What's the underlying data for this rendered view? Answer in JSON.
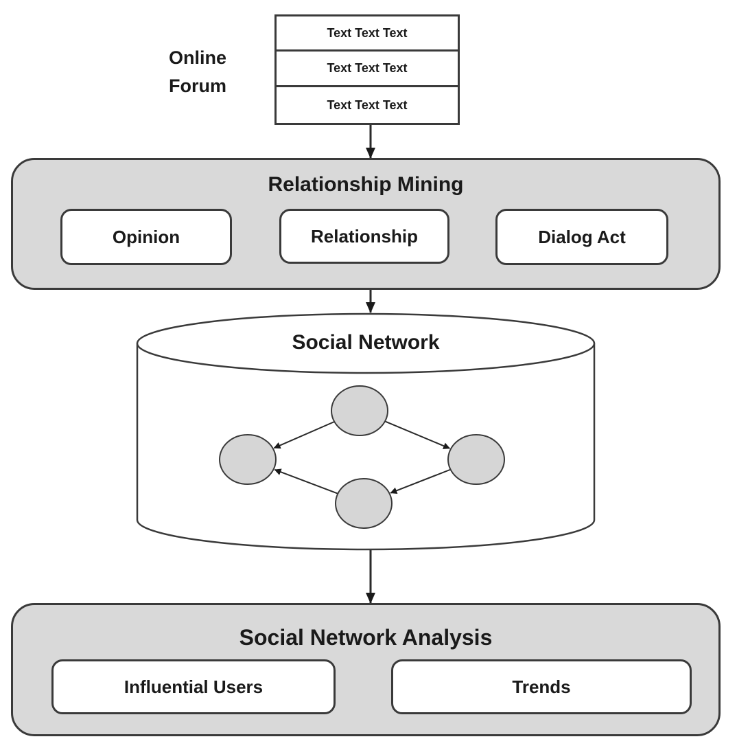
{
  "online_forum": {
    "label_line1": "Online",
    "label_line2": "Forum",
    "posts": [
      "Text Text Text",
      "Text Text Text",
      "Text Text Text"
    ]
  },
  "relationship_mining": {
    "title": "Relationship Mining",
    "items": [
      "Opinion",
      "Relationship",
      "Dialog Act"
    ]
  },
  "social_network": {
    "title": "Social Network",
    "nodes": [
      "top",
      "left",
      "right",
      "bottom"
    ],
    "edges": [
      {
        "from": "top",
        "to": "left"
      },
      {
        "from": "top",
        "to": "right"
      },
      {
        "from": "right",
        "to": "bottom"
      },
      {
        "from": "bottom",
        "to": "left"
      }
    ]
  },
  "social_network_analysis": {
    "title": "Social Network Analysis",
    "items": [
      "Influential Users",
      "Trends"
    ]
  },
  "colors": {
    "panel_fill": "#d9d9d9",
    "node_fill": "#d6d6d6",
    "stroke": "#3a3a3a"
  }
}
